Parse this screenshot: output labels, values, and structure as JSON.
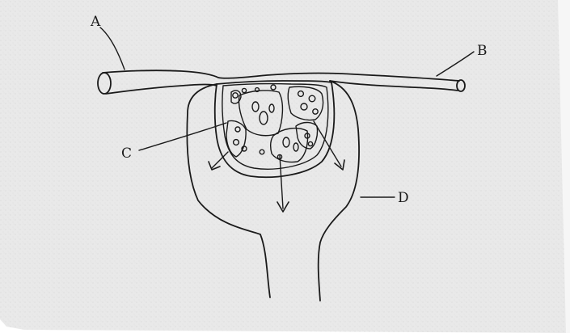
{
  "diagram": {
    "labels": {
      "a": "A",
      "b": "B",
      "c": "C",
      "d": "D"
    },
    "colors": {
      "paper": "#e9e9e9",
      "ink": "#1a1a1a"
    }
  }
}
